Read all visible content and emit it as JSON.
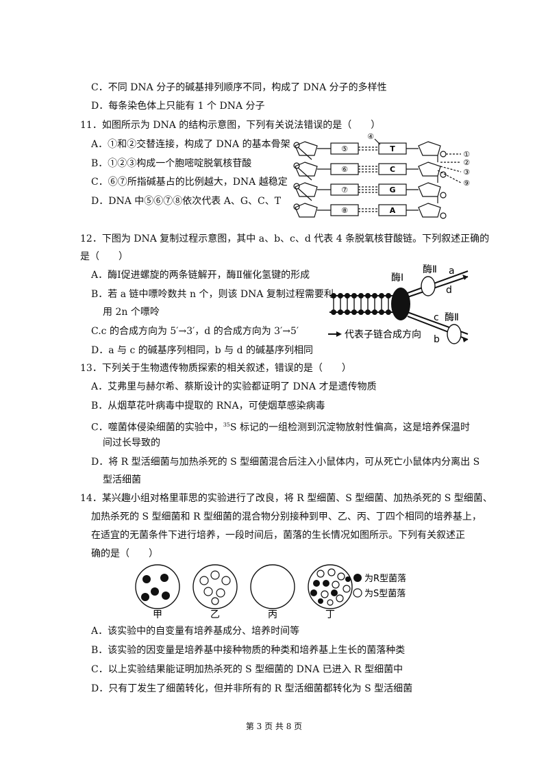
{
  "q10_tail": {
    "C": "C．不同 DNA 分子的碱基排列顺序不同，构成了 DNA 分子的多样性",
    "D": "D．每条染色体上只能有 1 个 DNA 分子"
  },
  "q11": {
    "stem": "11．如图所示为 DNA 的结构示意图，下列有关说法错误的是（　　）",
    "A": "A．①和②交替连接，构成了 DNA 的基本骨架",
    "B": "B．①②③构成一个胞嘧啶脱氧核苷酸",
    "C": "C．⑥⑦所指碱基占的比例越大，DNA 越稳定",
    "D": "D．DNA 中⑤⑥⑦⑧依次代表 A、G、C、T",
    "figure": {
      "left_labels": [
        "⑤",
        "⑥",
        "⑦",
        "⑧"
      ],
      "right_labels": [
        "T",
        "C",
        "G",
        "A"
      ],
      "markers": [
        "④",
        "①",
        "②",
        "③",
        "⑨"
      ]
    }
  },
  "q12": {
    "stem1": "12．下图为 DNA 复制过程示意图，其中 a、b、c、d 代表 4 条脱氧核苷酸链。下列叙述正确的",
    "stem2": "是（　　）",
    "A": "A．酶Ⅰ促进螺旋的两条链解开，酶Ⅱ催化氢键的形成",
    "B1": "B．若 a 链中嘌呤数共 n 个，则该 DNA 复制过程需要利",
    "B2": "用 2n 个嘌呤",
    "C": "C.c 的合成方向为 5′→3′，d 的合成方向为 3′→5′",
    "D": "D．a 与 c 的碱基序列相同，b 与 d 的碱基序列相同",
    "figure": {
      "enzyme1": "酶Ⅰ",
      "enzyme2_top": "酶Ⅱ",
      "enzyme2_bottom": "酶Ⅱ",
      "a": "a",
      "b": "b",
      "c": "c",
      "d": "d",
      "legend": "代表子链合成方向"
    }
  },
  "q13": {
    "stem": "13．下列关于生物遗传物质探索的相关叙述，错误的是（　　）",
    "A": "A．艾弗里与赫尔希、蔡斯设计的实验都证明了 DNA 才是遗传物质",
    "B": "B．从烟草花叶病毒中提取的 RNA，可使烟草感染病毒",
    "C1_pre": "C．噬菌体侵染细菌的实验中，",
    "C1_sup": "35",
    "C1_post": "S 标记的一组检测到沉淀物放射性偏高，这是培养保温时",
    "C2": "间过长导致的",
    "D1": "D．将 R 型活细菌与加热杀死的 S 型细菌混合后注入小鼠体内，可从死亡小鼠体内分离出 S",
    "D2": "型活细菌"
  },
  "q14": {
    "stem1": "14．某兴趣小组对格里菲思的实验进行了改良，将 R 型细菌、S 型细菌、加热杀死的 S 型细菌、",
    "stem2": "加热杀死的 S 型细菌和 R 型细菌的混合物分别接种到甲、乙、丙、丁四个相同的培养基上，",
    "stem3": "在适宜的无菌条件下进行培养，一段时间后，菌落的生长情况如图所示。下列有关叙述正",
    "stem4": "确的是（　　）",
    "plates": [
      "甲",
      "乙",
      "丙",
      "丁"
    ],
    "legend_r": "为R型菌落",
    "legend_s": "为S型菌落",
    "A": "A．该实验中的自变量有培养基成分、培养时间等",
    "B": "B．该实验的因变量是培养基中接种物质的种类和培养基上生长的菌落种类",
    "C": "C．以上实验结果能证明加热杀死的 S 型细菌的 DNA 已进入 R 型细菌中",
    "D": "D．只有丁发生了细菌转化，但并非所有的 R 型活细菌都转化为 S 型活细菌"
  },
  "footer": "第 3 页 共 8 页"
}
